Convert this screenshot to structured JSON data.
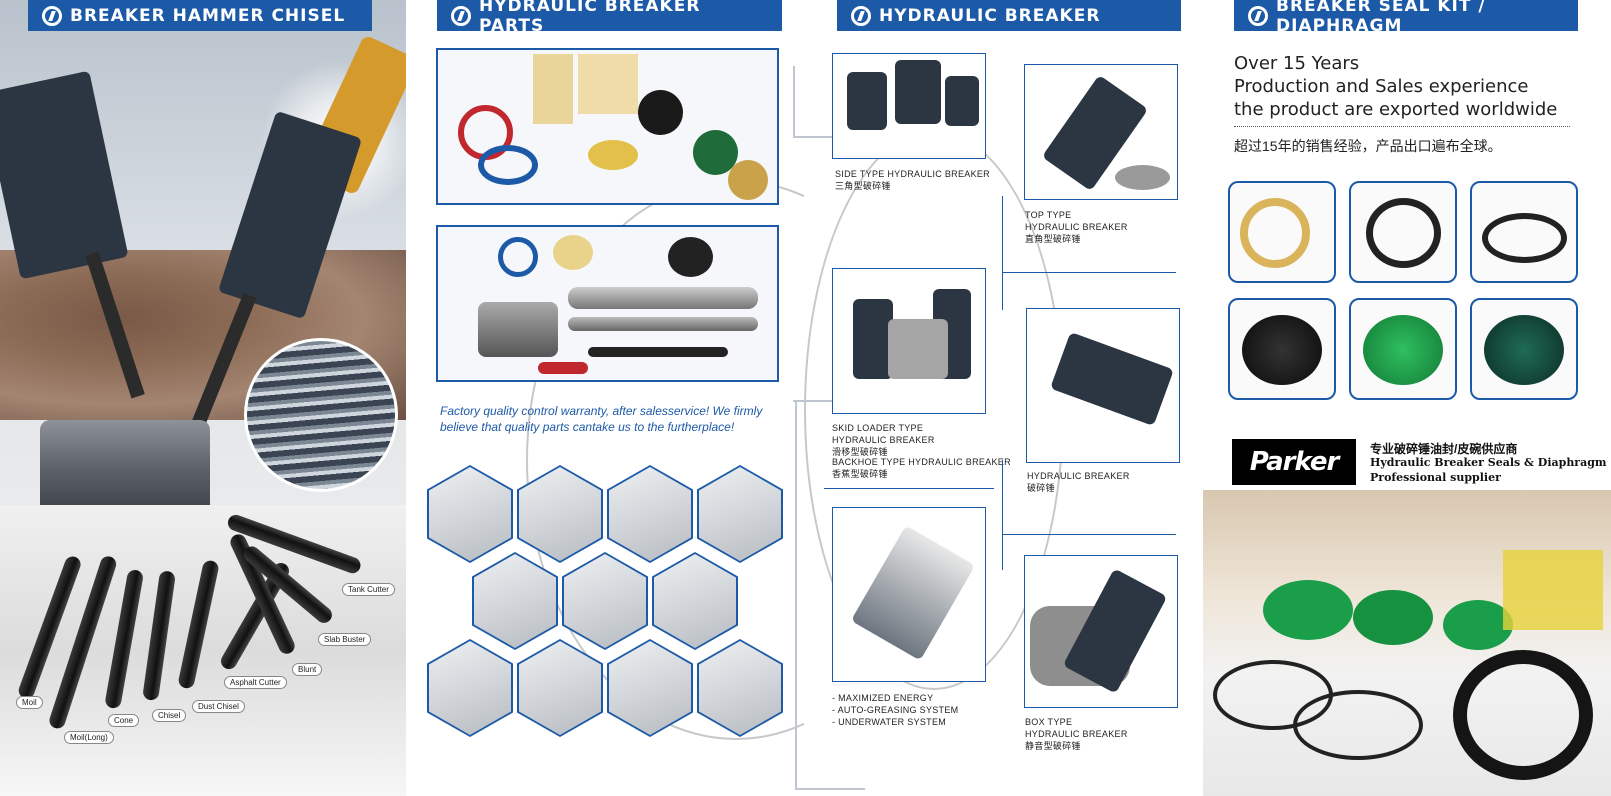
{
  "panels": {
    "hammer_chisel": {
      "title": "BREAKER HAMMER CHISEL",
      "tool_labels": [
        "Tank Cutter",
        "Slab Buster",
        "Blunt",
        "Asphalt Cutter",
        "Dust Chisel",
        "Chisel",
        "Cone",
        "Moil",
        "Moil(Long)"
      ]
    },
    "breaker_parts": {
      "title": "HYDRAULIC BREAKER PARTS",
      "factory_text": "Factory quality control warranty, after salesservice! We firmly believe that quality parts cantake us to the furtherplace!"
    },
    "hydraulic_breaker": {
      "title": "HYDRAULIC BREAKER",
      "side_type": {
        "en": "SIDE TYPE HYDRAULIC BREAKER",
        "cn": "三角型破碎锤"
      },
      "top_type": {
        "en1": "TOP TYPE",
        "en2": "HYDRAULIC BREAKER",
        "cn": "直角型破碎锤"
      },
      "skid_loader": {
        "en1": "SKID LOADER TYPE",
        "en2": "HYDRAULIC BREAKER",
        "cn": "滑移型破碎锤"
      },
      "backhoe": {
        "en": "BACKHOE TYPE HYDRAULIC BREAKER",
        "cn": "香蕉型破碎锤"
      },
      "hydraulic": {
        "en": "HYDRAULIC BREAKER",
        "cn": "破碎锤"
      },
      "box_type": {
        "en1": "BOX TYPE",
        "en2": "HYDRAULIC BREAKER",
        "cn": "静音型破碎锤"
      },
      "features": [
        "- MAXIMIZED ENERGY",
        "- AUTO-GREASING SYSTEM",
        "- UNDERWATER SYSTEM"
      ]
    },
    "seal_kit": {
      "title": "BREAKER SEAL KIT / DIAPHRAGM",
      "intro_lines": [
        "Over 15 Years",
        "Production and Sales experience",
        "the product are exported worldwide"
      ],
      "intro_cn": "超过15年的销售经验，产品出口遍布全球。",
      "brand": "Parker",
      "supplier_cn": "专业破碎锤油封/皮碗供应商",
      "supplier_en1": "Hydraulic Breaker Seals & Diaphragm",
      "supplier_en2": "Professional supplier"
    }
  },
  "colors": {
    "brand_blue": "#1c5aa8",
    "green_diaphragm": "#1a9e4a",
    "amber": "#d59a2c"
  },
  "icons": [
    "company-logo-icon"
  ]
}
